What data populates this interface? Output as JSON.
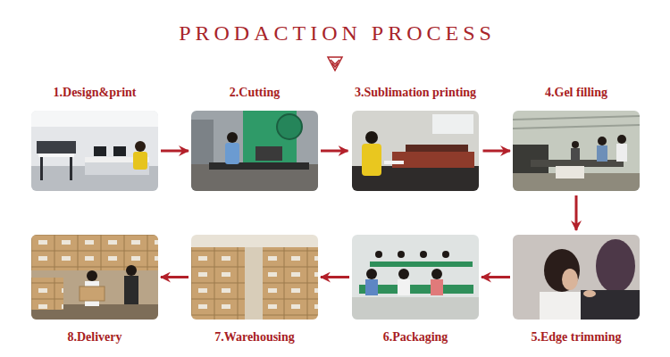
{
  "diagram": {
    "title": "PRODACTION PROCESS",
    "nodes": [
      {
        "text": [
          "1.Design&print"
        ]
      },
      {
        "text": [
          "2.Cutting"
        ]
      },
      {
        "text": [
          "3.Sublimation printing"
        ]
      },
      {
        "text": [
          "4.Gel filling"
        ]
      },
      {
        "text": [
          "5.Edge trimming"
        ]
      },
      {
        "text": [
          "6.Packaging"
        ]
      },
      {
        "text": [
          "7.Warehousing"
        ]
      },
      {
        "text": [
          "8.Delivery"
        ]
      }
    ],
    "edges": [
      {
        "from": 0,
        "to": 1,
        "arrow": "to"
      },
      {
        "from": 1,
        "to": 2,
        "arrow": "to"
      },
      {
        "from": 2,
        "to": 3,
        "arrow": "to"
      },
      {
        "from": 3,
        "to": 4,
        "arrow": "to"
      },
      {
        "from": 4,
        "to": 5,
        "arrow": "to"
      },
      {
        "from": 5,
        "to": 6,
        "arrow": "to"
      },
      {
        "from": 6,
        "to": 7,
        "arrow": "to"
      }
    ]
  }
}
